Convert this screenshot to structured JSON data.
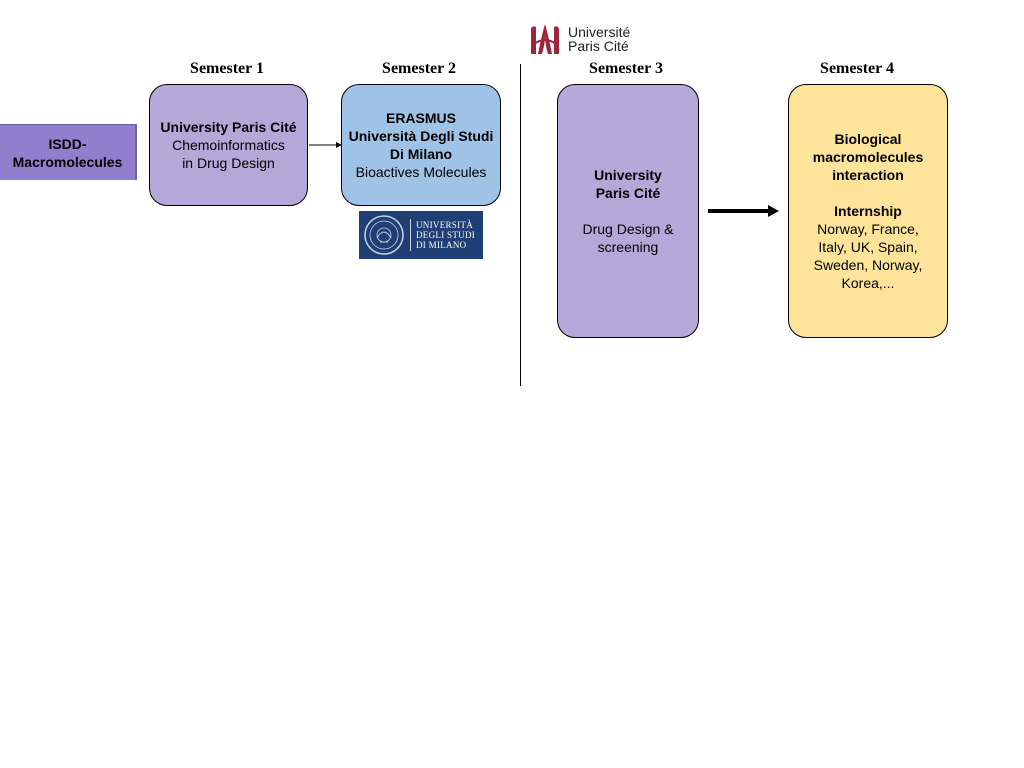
{
  "logos": {
    "upc": {
      "line1": "Université",
      "line2": "Paris Cité",
      "color": "#a0243c"
    },
    "milano": {
      "line1": "UNIVERSITÀ",
      "line2": "DEGLI STUDI",
      "line3": "DI MILANO",
      "background": "#1f3f75"
    }
  },
  "semesters": {
    "s1": "Semester 1",
    "s2": "Semester 2",
    "s3": "Semester 3",
    "s4": "Semester 4"
  },
  "start_box": {
    "line1": "ISDD-",
    "line2": "Macromolecules",
    "color": "#8f7fcc"
  },
  "box1": {
    "title": "University Paris Cité",
    "line1": "Chemoinformatics",
    "line2": "in Drug Design",
    "color": "#b3a8d8"
  },
  "box2": {
    "title1": "ERASMUS",
    "title2": "Università Degli Studi",
    "title3": "Di Milano",
    "line1": "Bioactives Molecules",
    "color": "#9fc2e7"
  },
  "box3": {
    "title1": "University",
    "title2": "Paris Cité",
    "line1": "Drug Design &",
    "line2": "screening",
    "color": "#b3a8d8"
  },
  "box4": {
    "title1": "Biological",
    "title2": "macromolecules",
    "title3": "interaction",
    "title4": "Internship",
    "line1": "Norway, France,",
    "line2": "Italy, UK, Spain,",
    "line3": "Sweden, Norway,",
    "line4": "Korea,...",
    "color": "#fde49a"
  }
}
